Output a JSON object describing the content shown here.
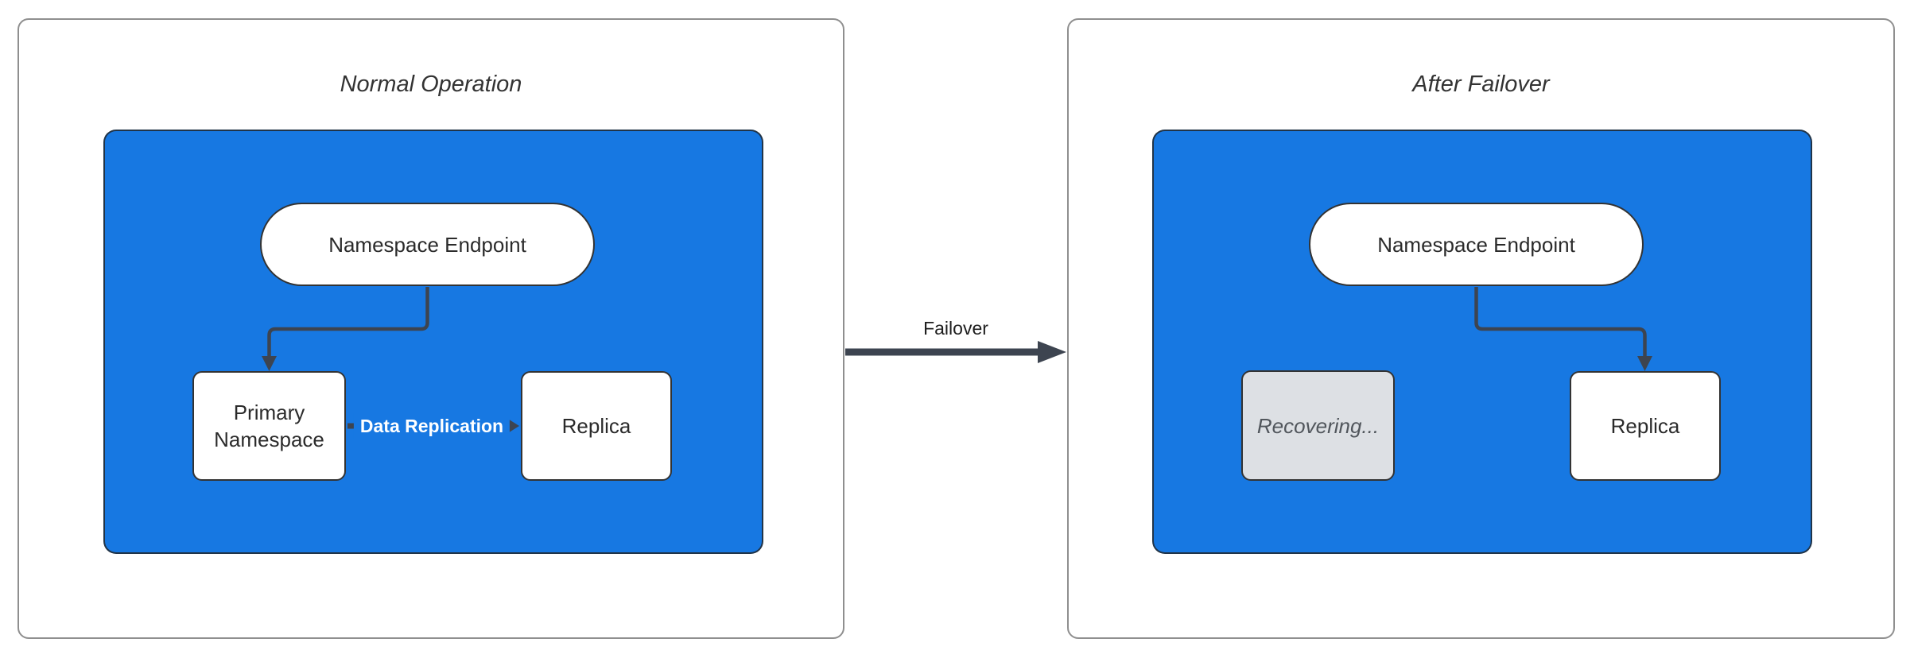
{
  "colors": {
    "container_blue": "#1778e2",
    "node_border": "#333333",
    "node_text": "#2b2b2b",
    "edge_color": "#3d4450",
    "edge_label_text": "#ffffff",
    "panel_border": "#8f8f8f",
    "recovering_fill": "#dde0e4",
    "recovering_text": "#51565c",
    "title_text": "#333333",
    "failover_text": "#1d1d1d"
  },
  "left_panel": {
    "title": "Normal Operation",
    "endpoint_label": "Namespace Endpoint",
    "primary_label": "Primary Namespace",
    "replica_label": "Replica",
    "replication_edge_label": "Data Replication"
  },
  "middle": {
    "failover_label": "Failover"
  },
  "right_panel": {
    "title": "After Failover",
    "endpoint_label": "Namespace Endpoint",
    "recovering_label": "Recovering...",
    "replica_label": "Replica"
  }
}
